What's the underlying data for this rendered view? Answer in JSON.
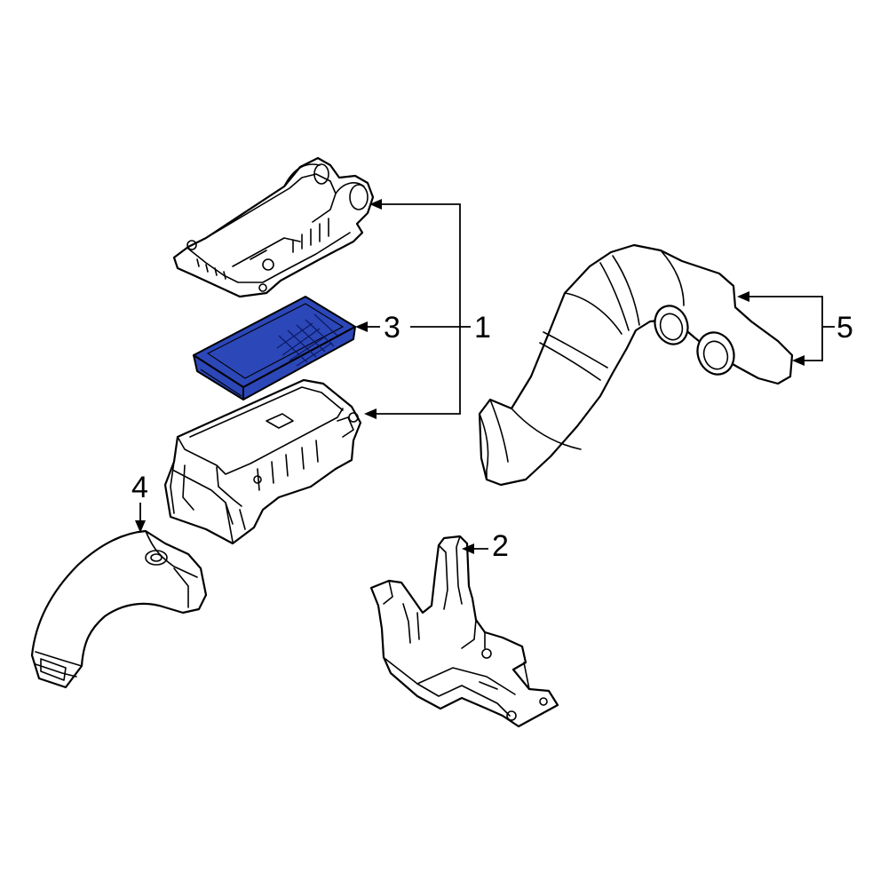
{
  "colors": {
    "highlight_fill": "#2c47b8",
    "highlight_mesh": "#0b1a66",
    "line": "#000000",
    "background": "#ffffff"
  },
  "callouts": {
    "c1": "1",
    "c2": "2",
    "c3": "3",
    "c4": "4",
    "c5": "5"
  },
  "parts": [
    {
      "callout": "1",
      "name": "air-cleaner-assembly"
    },
    {
      "callout": "2",
      "name": "mounting-bracket"
    },
    {
      "callout": "3",
      "name": "air-filter-element",
      "highlighted": true
    },
    {
      "callout": "4",
      "name": "inlet-duct"
    },
    {
      "callout": "5",
      "name": "outlet-hose"
    }
  ]
}
